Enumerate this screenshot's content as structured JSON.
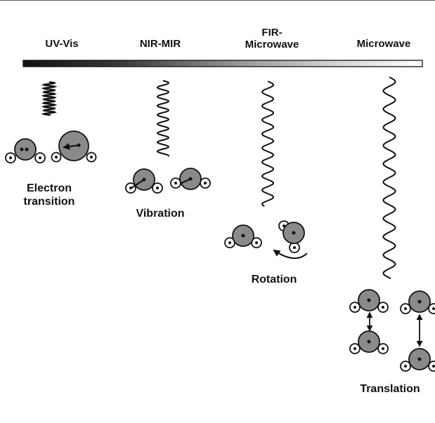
{
  "header": {
    "bands": [
      {
        "label": "UV-Vis"
      },
      {
        "label": "NIR-MIR"
      },
      {
        "label_line1": "FIR-",
        "label_line2": "Microwave"
      },
      {
        "label": "Microwave"
      }
    ]
  },
  "motions": {
    "electron": {
      "line1": "Electron",
      "line2": "transition"
    },
    "vibration": {
      "label": "Vibration"
    },
    "rotation": {
      "label": "Rotation"
    },
    "translation": {
      "label": "Translation"
    }
  },
  "colors": {
    "atom_fill": "#8a8a8a",
    "outline": "#111111",
    "gradient_start": "#111111",
    "gradient_end": "#ffffff"
  },
  "icons": [
    "spectrum-gradient-bar",
    "wave-icon",
    "molecule-icon",
    "arrow-icon"
  ]
}
